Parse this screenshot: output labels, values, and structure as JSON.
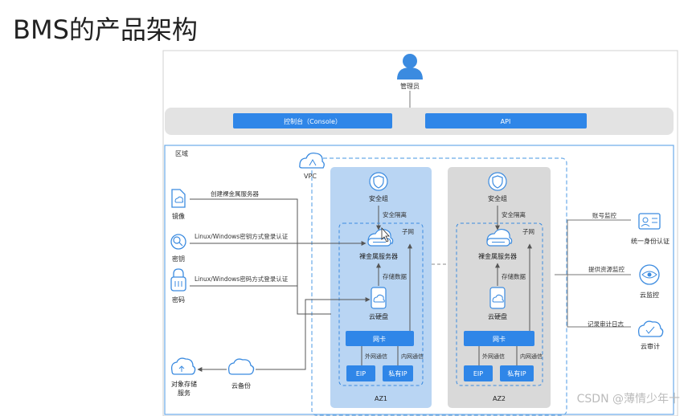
{
  "page_title": "BMS的产品架构",
  "admin_label": "管理员",
  "console_label": "控制台（Console）",
  "api_label": "API",
  "region_label": "区域",
  "vpc_label": "VPC",
  "az1": {
    "label": "AZ1",
    "security_group": "安全组",
    "security_isolation": "安全隔离",
    "subnet": "子网",
    "bms": "裸金属服务器",
    "storage_data": "存储数据",
    "cloud_disk": "云硬盘",
    "nic": "网卡",
    "external_comm": "外网通信",
    "internal_comm": "内网通信",
    "eip": "EIP",
    "private_ip": "私有IP"
  },
  "az2": {
    "label": "AZ2",
    "security_group": "安全组",
    "security_isolation": "安全隔离",
    "subnet": "子网",
    "bms": "裸金属服务器",
    "storage_data": "存储数据",
    "cloud_disk": "云硬盘",
    "nic": "网卡",
    "external_comm": "外网通信",
    "internal_comm": "内网通信",
    "eip": "EIP",
    "private_ip": "私有IP"
  },
  "left_services": {
    "image": "镜像",
    "create_bms": "创建裸金属服务器",
    "key": "密钥",
    "login_key": "Linux/Windows密钥方式登录认证",
    "password": "密码",
    "login_password": "Linux/Windows密码方式登录认证",
    "object_storage": "对象存储",
    "service": "服务",
    "cloud_backup": "云备份"
  },
  "right_services": {
    "account_monitor": "账号监控",
    "iam": "统一身份认证",
    "provide_monitor": "提供资源监控",
    "cloud_monitor": "云监控",
    "audit_log": "记录审计日志",
    "cloud_audit": "云审计"
  },
  "watermark": "CSDN @薄情少年十",
  "colors": {
    "blue_bar": "#2f86e8",
    "az1_bg": "#b9d5f3",
    "az2_bg": "#d9d9d9",
    "gray_band": "#e3e3e3",
    "icon_blue": "#3b8be0",
    "line": "#555555"
  }
}
